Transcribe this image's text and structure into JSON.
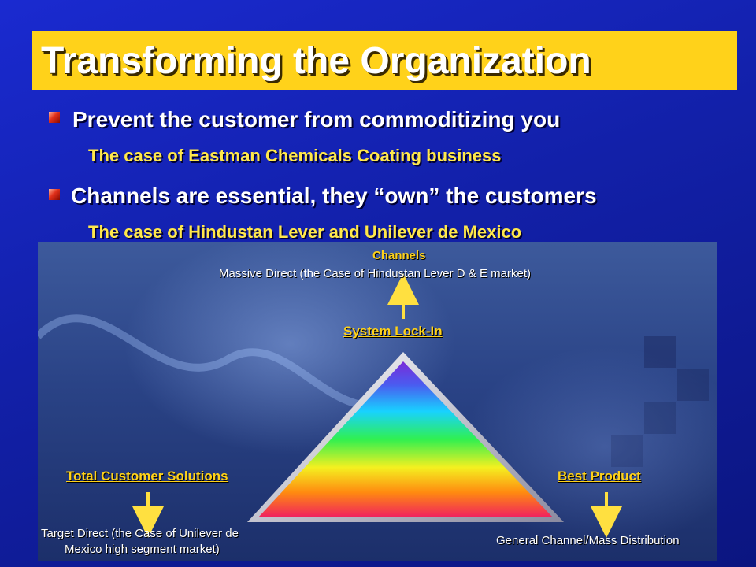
{
  "slide": {
    "title": "Transforming the Organization",
    "bullets": [
      {
        "text": "Prevent the customer from commoditizing you",
        "sub": "The case of Eastman Chemicals Coating business"
      },
      {
        "text": "Channels are essential, they “own” the customers",
        "sub": "The case of Hindustan Lever and Unilever de Mexico"
      }
    ]
  },
  "diagram": {
    "top": {
      "heading": "Channels",
      "desc": "Massive Direct (the Case of Hindustan Lever D & E market)",
      "label": "System Lock-In"
    },
    "left": {
      "label": "Total Customer Solutions",
      "desc_line1": "Target Direct (the Case of Unilever de",
      "desc_line2": "Mexico high segment market)"
    },
    "right": {
      "label": "Best Product",
      "desc": "General Channel/Mass Distribution"
    }
  },
  "colors": {
    "title_bar": "#ffd21a",
    "sub_text": "#ffe84a",
    "label": "#ffd21a",
    "background": "#1a2ad0"
  }
}
